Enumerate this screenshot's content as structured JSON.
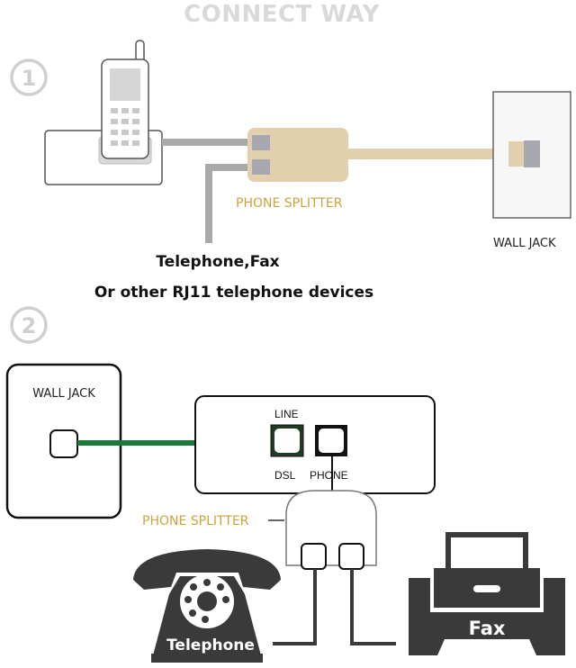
{
  "title": "CONNECT WAY",
  "step1": {
    "number": "1",
    "splitter_label": "PHONE SPLITTER",
    "wall_jack_label": "WALL JACK",
    "devices_line1": "Telephone,Fax",
    "devices_line2": "Or other RJ11 telephone devices"
  },
  "step2": {
    "number": "2",
    "wall_jack_label": "WALL JACK",
    "modem_port_top_label": "LINE",
    "modem_port_dsl_label": "DSL",
    "modem_port_phone_label": "PHONE",
    "splitter_label": "PHONE SPLITTER",
    "telephone_label": "Telephone",
    "fax_label": "Fax"
  },
  "colors": {
    "splitter_beige": "#e2cfae",
    "cable_gray": "#a9a9a9",
    "dsl_cable_green": "#1b7a3a",
    "gold_text": "#c9a43c",
    "device_dark": "#3a3a3a"
  }
}
